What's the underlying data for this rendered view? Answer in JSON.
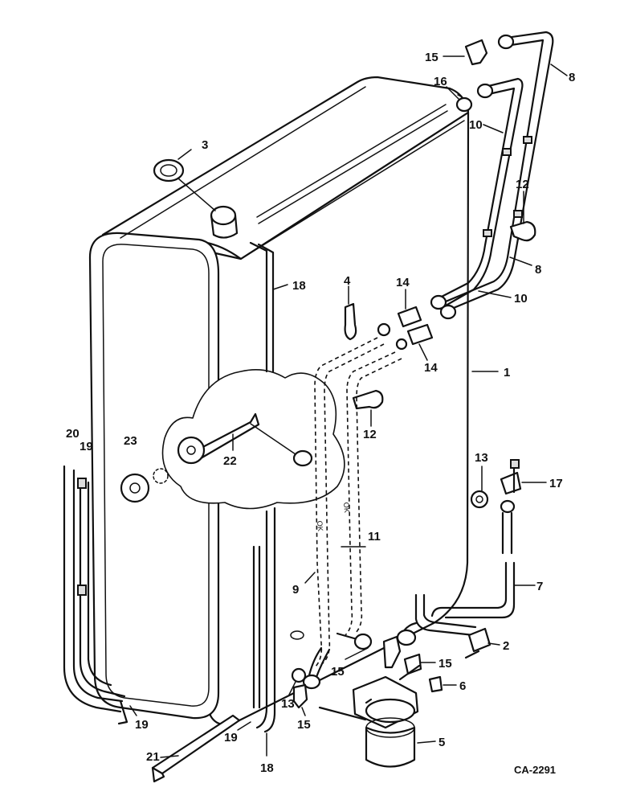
{
  "drawing_code": "CA-2291",
  "callouts": [
    {
      "id": "c15a",
      "text": "15"
    },
    {
      "id": "c8a",
      "text": "8"
    },
    {
      "id": "c16",
      "text": "16"
    },
    {
      "id": "c10a",
      "text": "10"
    },
    {
      "id": "c3",
      "text": "3"
    },
    {
      "id": "c12a",
      "text": "12"
    },
    {
      "id": "c8b",
      "text": "8"
    },
    {
      "id": "c18a",
      "text": "18"
    },
    {
      "id": "c4",
      "text": "4"
    },
    {
      "id": "c14a",
      "text": "14"
    },
    {
      "id": "c10b",
      "text": "10"
    },
    {
      "id": "c14b",
      "text": "14"
    },
    {
      "id": "c1",
      "text": "1"
    },
    {
      "id": "c12b",
      "text": "12"
    },
    {
      "id": "c20",
      "text": "20"
    },
    {
      "id": "c19a",
      "text": "19"
    },
    {
      "id": "c23",
      "text": "23"
    },
    {
      "id": "c22",
      "text": "22"
    },
    {
      "id": "c13a",
      "text": "13"
    },
    {
      "id": "c17",
      "text": "17"
    },
    {
      "id": "c11",
      "text": "11"
    },
    {
      "id": "c9",
      "text": "9"
    },
    {
      "id": "c7",
      "text": "7"
    },
    {
      "id": "c2",
      "text": "2"
    },
    {
      "id": "c15b",
      "text": "15"
    },
    {
      "id": "c15c",
      "text": "15"
    },
    {
      "id": "c6",
      "text": "6"
    },
    {
      "id": "c13b",
      "text": "13"
    },
    {
      "id": "c15d",
      "text": "15"
    },
    {
      "id": "c19b",
      "text": "19"
    },
    {
      "id": "c19c",
      "text": "19"
    },
    {
      "id": "c5",
      "text": "5"
    },
    {
      "id": "c21",
      "text": "21"
    },
    {
      "id": "c18b",
      "text": "18"
    }
  ]
}
